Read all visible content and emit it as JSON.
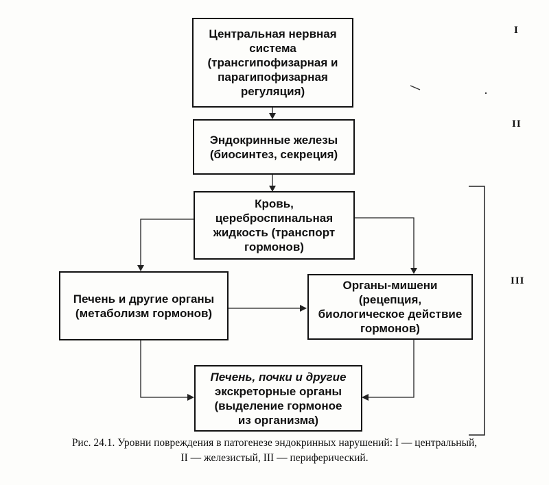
{
  "boxes": {
    "cns": "Центральная нервная\nсистема\n(трансгипофизарная и\nпарагипофизарная\nрегуляция)",
    "endocrine": "Эндокринные железы\n(биосинтез, секреция)",
    "blood": "Кровь,\nцереброспинальная\nжидкость (транспорт\nгормонов)",
    "liver": "Печень и другие органы\n(метаболизм гормонов)",
    "targets": "Органы-мишени\n(рецепция,\nбиологическое действие\nгормонов)",
    "excretory_italic": "Печень, почки и другие",
    "excretory_rest": "\nэкскреторные органы\n(выделение гормоное\nиз организма)"
  },
  "levels": {
    "level1": "I",
    "level2": "II",
    "level3": "III"
  },
  "caption": {
    "line1": "Рис. 24.1. Уровни повреждения в патогенезе эндокринных нарушений: I — центральный,",
    "line2": "II — железистый, III — периферический."
  }
}
